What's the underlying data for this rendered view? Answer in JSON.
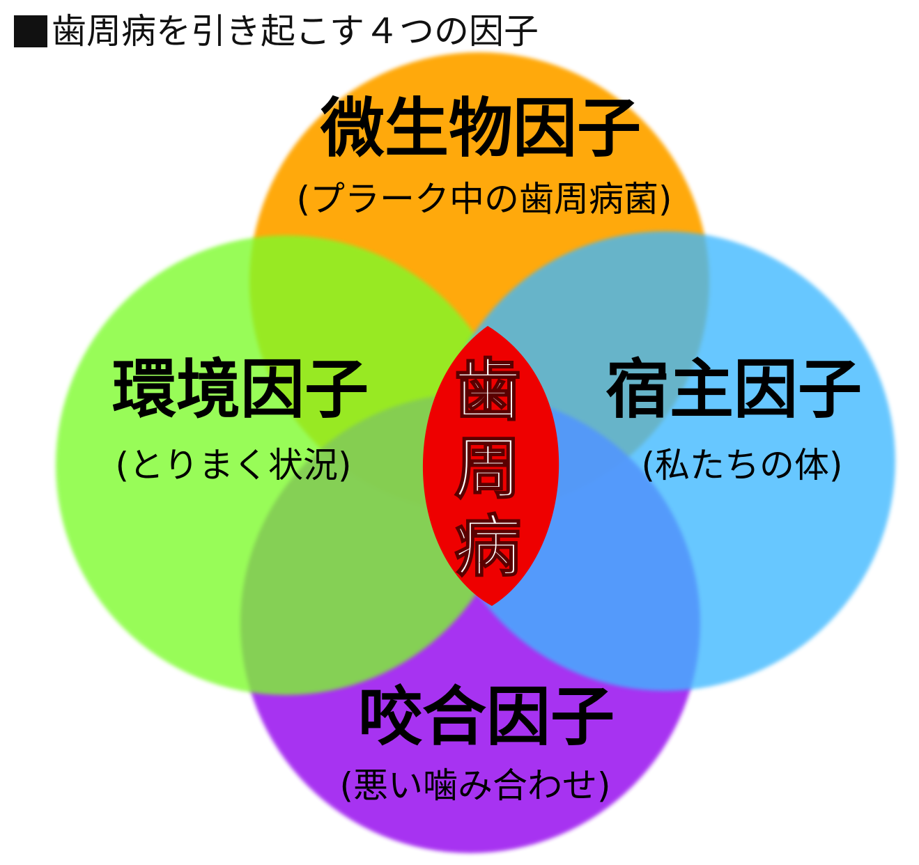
{
  "header": {
    "title": "歯周病を引き起こす４つの因子"
  },
  "colors": {
    "microbial": "#FFA500",
    "environment": "#7CFC2A",
    "host": "#3CB8FF",
    "occlusal": "#A020F0",
    "center": "#EE0000"
  },
  "factors": {
    "microbial": {
      "title": "微生物因子",
      "subtitle": "(プラーク中の歯周病菌)"
    },
    "environment": {
      "title": "環境因子",
      "subtitle": "(とりまく状況)"
    },
    "host": {
      "title": "宿主因子",
      "subtitle": "(私たちの体)"
    },
    "occlusal": {
      "title": "咬合因子",
      "subtitle": "(悪い噛み合わせ)"
    }
  },
  "center": {
    "chars": [
      "歯",
      "周",
      "病"
    ]
  }
}
